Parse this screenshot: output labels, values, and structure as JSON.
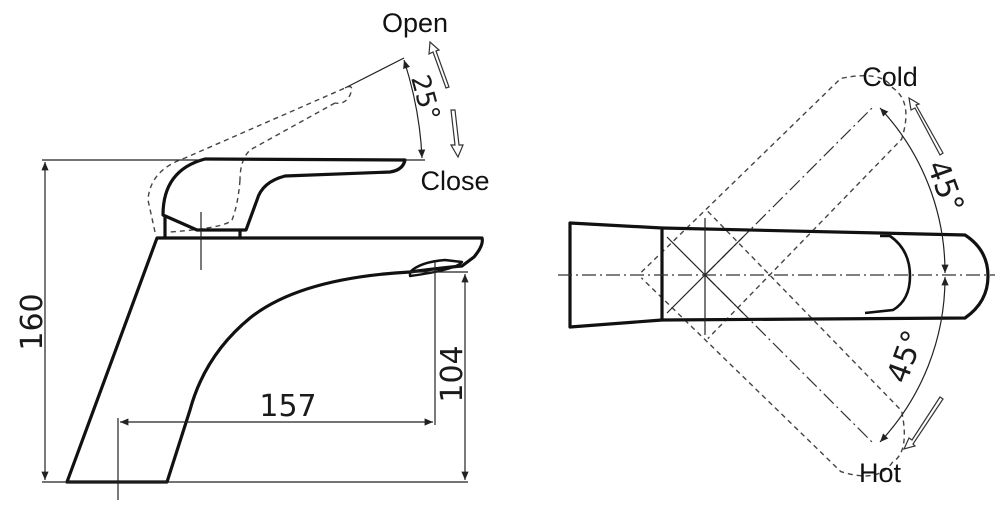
{
  "side_view": {
    "label_open": "Open",
    "label_close": "Close",
    "angle_lever": "25°",
    "dim_height": "160",
    "dim_spout_height": "104",
    "dim_reach": "157"
  },
  "top_view": {
    "label_cold": "Cold",
    "label_hot": "Hot",
    "angle_cold": "45°",
    "angle_hot": "45°"
  }
}
